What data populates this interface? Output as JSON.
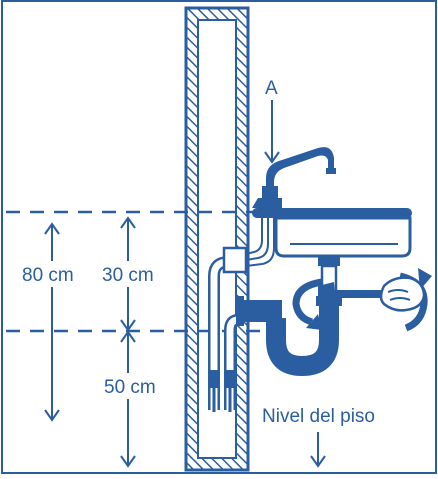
{
  "labels": {
    "a": "A",
    "height_total": "80 cm",
    "height_upper": "30 cm",
    "height_lower": "50 cm",
    "floor_level": "Nivel del piso"
  },
  "colors": {
    "primary": "#2b5ea0",
    "background": "#ffffff"
  },
  "icons": {
    "faucet": "faucet-icon",
    "sink": "sink-basin",
    "trap": "p-trap-icon",
    "hand": "hand-wrench-icon",
    "rotation": "rotation-arrow-icon"
  }
}
